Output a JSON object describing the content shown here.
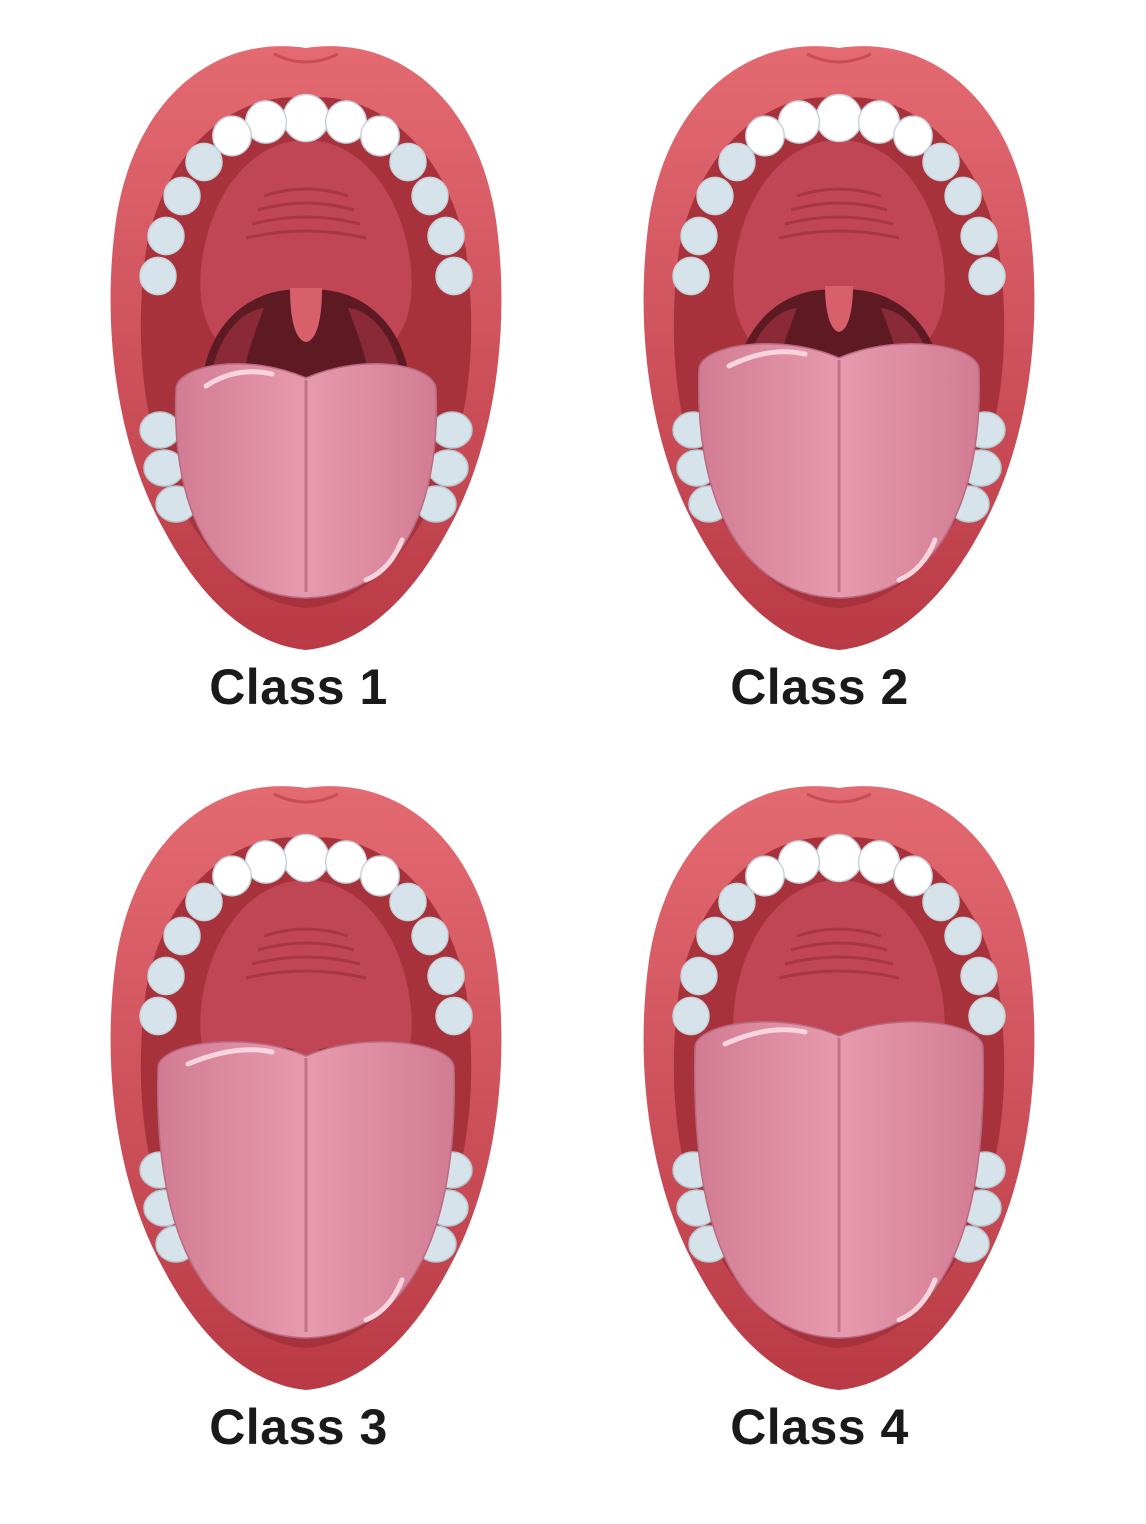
{
  "panels": [
    {
      "label": "Class 1"
    },
    {
      "label": "Class 2"
    },
    {
      "label": "Class 3"
    },
    {
      "label": "Class 4"
    }
  ],
  "colors": {
    "lip": "#d9545c",
    "lip_dark": "#b93a45",
    "mouth_cavity": "#a8323c",
    "palate": "#c04655",
    "throat": "#5e1a22",
    "uvula": "#d8606b",
    "tongue": "#e79aae",
    "tongue_dark": "#d27c93",
    "tooth": "#ffffff",
    "tooth_shade": "#d7e3ea",
    "label_text": "#1a1a1a"
  }
}
